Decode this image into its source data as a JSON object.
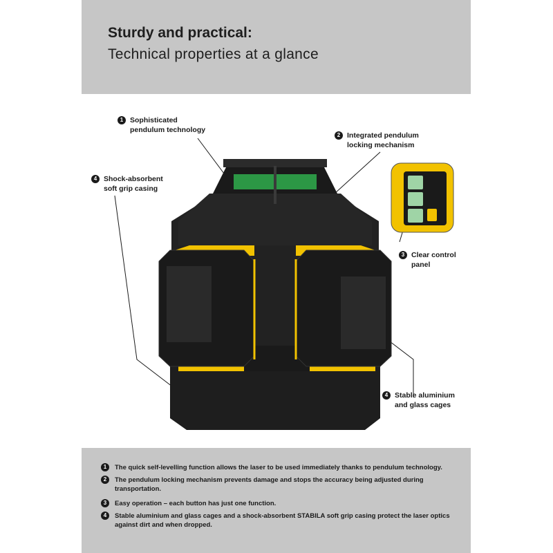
{
  "header": {
    "title_bold": "Sturdy and practical:",
    "title_light": "Technical properties at a glance"
  },
  "callouts": [
    {
      "num": "1",
      "line1": "Sophisticated",
      "line2": "pendulum technology"
    },
    {
      "num": "2",
      "line1": "Integrated pendulum",
      "line2": "locking mechanism"
    },
    {
      "num": "4",
      "line1": "Shock-absorbent",
      "line2": "soft grip casing"
    },
    {
      "num": "3",
      "line1": "Clear control",
      "line2": "panel"
    },
    {
      "num": "4",
      "line1": "Stable aluminium",
      "line2": "and glass cages"
    }
  ],
  "footer_items": [
    {
      "num": "1",
      "text": "The quick self-levelling function allows the laser to be used immediately thanks to pendulum technology."
    },
    {
      "num": "2",
      "text": "The pendulum locking mechanism prevents damage and stops the accuracy being adjusted during transportation."
    },
    {
      "num": "3",
      "text": "Easy operation – each button has just one function."
    },
    {
      "num": "4",
      "text": "Stable aluminium and glass cages and a shock-absorbent STABILA soft grip casing protect the laser optics against dirt and when dropped."
    }
  ],
  "colors": {
    "header_bg": "#c6c6c6",
    "accent_yellow": "#f2c200",
    "laser_green": "#3cff6a",
    "body_dark": "#1c1c1c"
  }
}
